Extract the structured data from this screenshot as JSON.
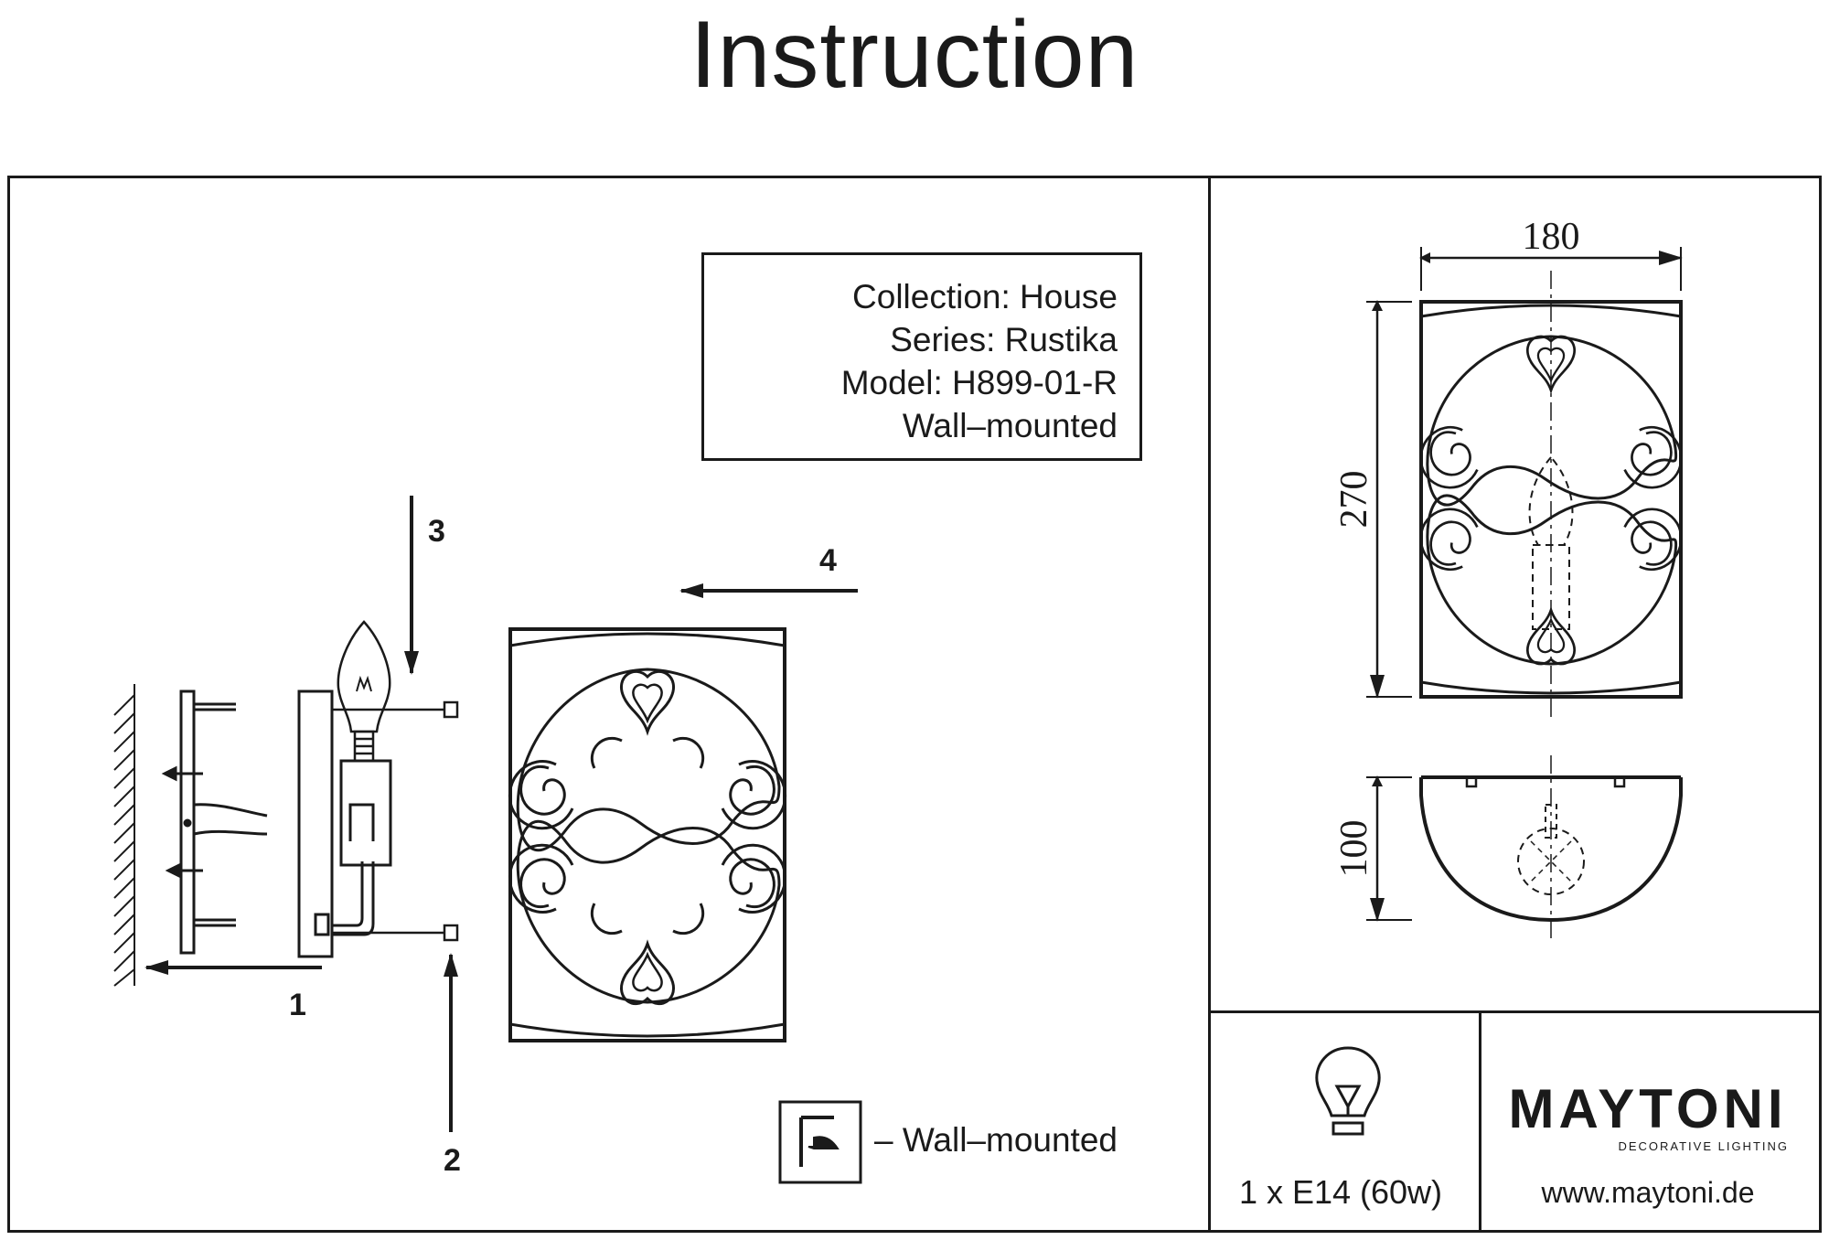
{
  "header": {
    "title": "Instruction"
  },
  "info": {
    "collection": "Collection: House",
    "series": "Series: Rustika",
    "model": "Model: H899-01-R",
    "mount": "Wall–mounted"
  },
  "steps": [
    "1",
    "2",
    "3",
    "4"
  ],
  "dimensions": {
    "width": "180",
    "height": "270",
    "depth": "100"
  },
  "legend": {
    "label": "– Wall–mounted",
    "icon": "wall-mount-icon"
  },
  "bulb": {
    "spec": "1 x E14 (60w)",
    "icon": "bulb-icon"
  },
  "brand": {
    "name": "MAYTONI",
    "tagline": "DECORATIVE LIGHTING",
    "website": "www.maytoni.de"
  }
}
